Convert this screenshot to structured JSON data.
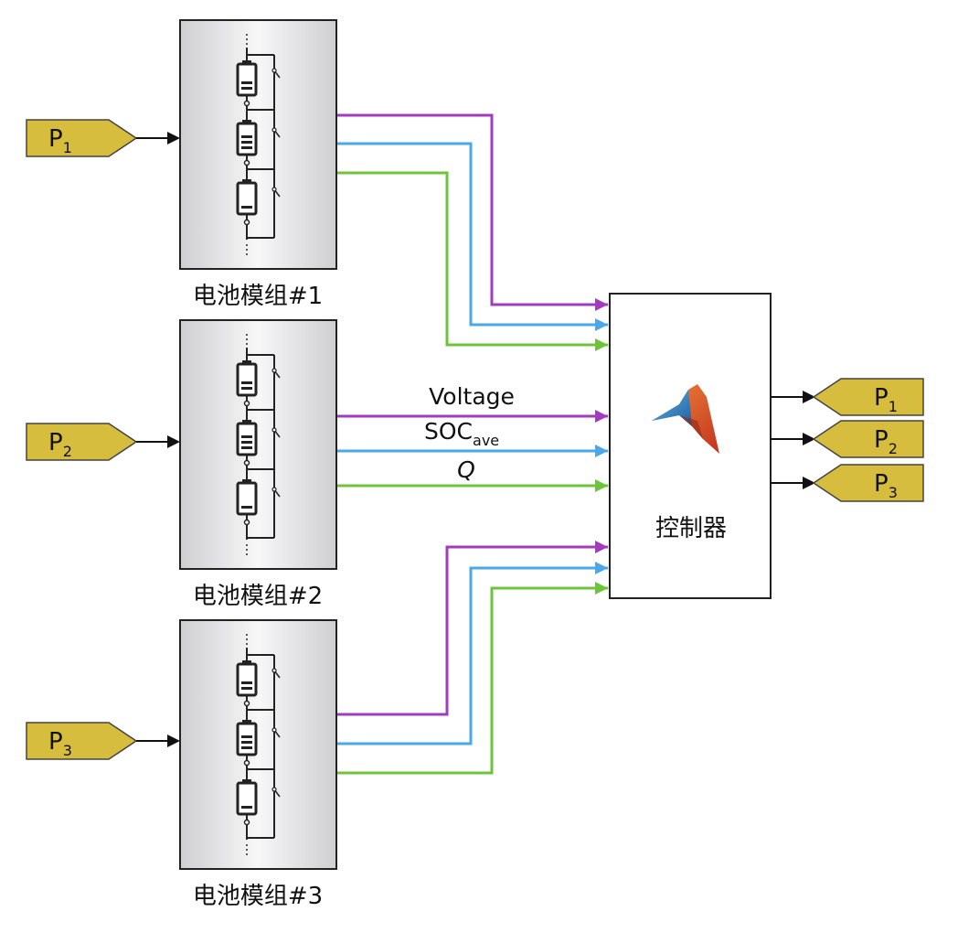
{
  "colors": {
    "voltage": "#a23bbf",
    "soc": "#4aa8e8",
    "q": "#6cc43a",
    "tag_fill": "#d6bd3e",
    "tag_stroke": "#444444",
    "block_stroke": "#222222"
  },
  "icons": {
    "controller": "matlab-logo-icon",
    "module": "battery-string-icon"
  },
  "inputs": [
    {
      "base": "P",
      "sub": "1"
    },
    {
      "base": "P",
      "sub": "2"
    },
    {
      "base": "P",
      "sub": "3"
    }
  ],
  "outputs": [
    {
      "base": "P",
      "sub": "1"
    },
    {
      "base": "P",
      "sub": "2"
    },
    {
      "base": "P",
      "sub": "3"
    }
  ],
  "modules": [
    {
      "label": "电池模组#1"
    },
    {
      "label": "电池模组#2"
    },
    {
      "label": "电池模组#3"
    }
  ],
  "signals": {
    "voltage": "Voltage",
    "soc_base": "SOC",
    "soc_sub": "ave",
    "q": "Q"
  },
  "controller": {
    "label": "控制器"
  }
}
